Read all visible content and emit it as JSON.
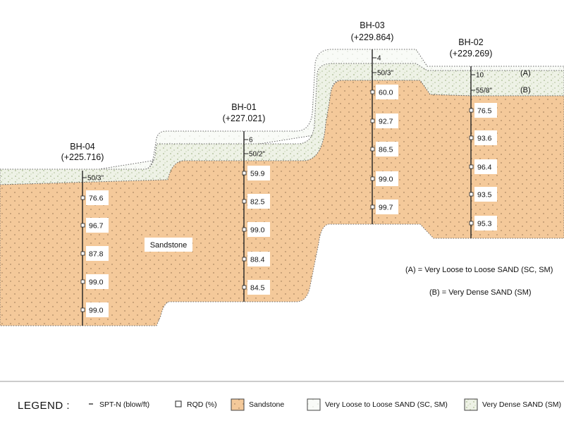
{
  "colors": {
    "sandstone": "#f4c99a",
    "loose_sand": "#f9fbf7",
    "dense_sand": "#eef2e6",
    "line": "#222222",
    "soil_outline": "#777777"
  },
  "boreholes": [
    {
      "id": "BH-04",
      "elevation": "(+225.716)",
      "spt": [
        "50/3\""
      ],
      "rqd": [
        "76.6",
        "96.7",
        "87.8",
        "99.0",
        "99.0"
      ]
    },
    {
      "id": "BH-01",
      "elevation": "(+227.021)",
      "spt": [
        "6",
        "50/2\""
      ],
      "rqd": [
        "59.9",
        "82.5",
        "99.0",
        "88.4",
        "84.5"
      ]
    },
    {
      "id": "BH-03",
      "elevation": "(+229.864)",
      "spt": [
        "4",
        "50/3\""
      ],
      "rqd": [
        "60.0",
        "92.7",
        "86.5",
        "99.0",
        "99.7"
      ]
    },
    {
      "id": "BH-02",
      "elevation": "(+229.269)",
      "spt": [
        "10",
        "55/8\""
      ],
      "rqd": [
        "76.5",
        "93.6",
        "96.4",
        "93.5",
        "95.3"
      ]
    }
  ],
  "layer_tags": {
    "a": "(A)",
    "b": "(B)"
  },
  "labels": {
    "sandstone": "Sandstone",
    "note_a": "(A) = Very Loose to Loose SAND (SC, SM)",
    "note_b": "(B) = Very Dense SAND (SM)"
  },
  "legend": {
    "title": "LEGEND :",
    "items": [
      {
        "label": "SPT-N (blow/ft)",
        "icon": "dash-icon"
      },
      {
        "label": "RQD (%)",
        "icon": "square-icon"
      },
      {
        "label": "Sandstone",
        "icon": "sandstone-swatch"
      },
      {
        "label": "Very Loose to Loose SAND (SC, SM)",
        "icon": "loose-sand-swatch"
      },
      {
        "label": "Very Dense SAND (SM)",
        "icon": "dense-sand-swatch"
      }
    ]
  }
}
